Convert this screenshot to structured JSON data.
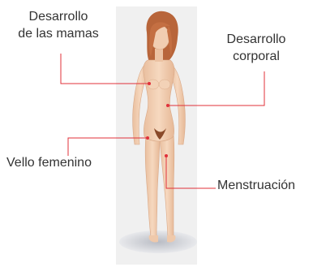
{
  "labels": {
    "breast": {
      "line1": "Desarrollo",
      "line2": "de las mamas"
    },
    "body": {
      "line1": "Desarrollo",
      "line2": "corporal"
    },
    "hair": "Vello femenino",
    "menstruation": "Menstruación"
  },
  "colors": {
    "leader": "#e0303a",
    "skin": "#f2cdb0",
    "hair": "#b8653a",
    "text": "#333333"
  }
}
